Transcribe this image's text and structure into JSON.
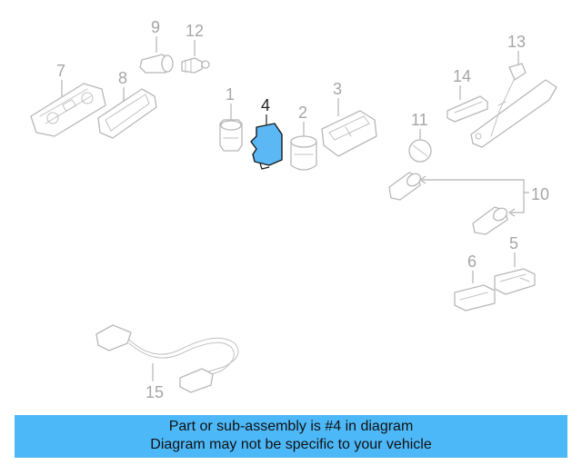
{
  "diagram": {
    "highlight_part": "4",
    "highlight_color": "#5bb8f5",
    "line_color": "#b8b8b8",
    "callouts": [
      "1",
      "2",
      "3",
      "4",
      "5",
      "6",
      "7",
      "8",
      "9",
      "10",
      "11",
      "12",
      "13",
      "14",
      "15"
    ]
  },
  "banner": {
    "line1": "Part or sub-assembly is #4 in diagram",
    "line2": "Diagram may not be specific to your vehicle",
    "background": "#4db8f8"
  }
}
